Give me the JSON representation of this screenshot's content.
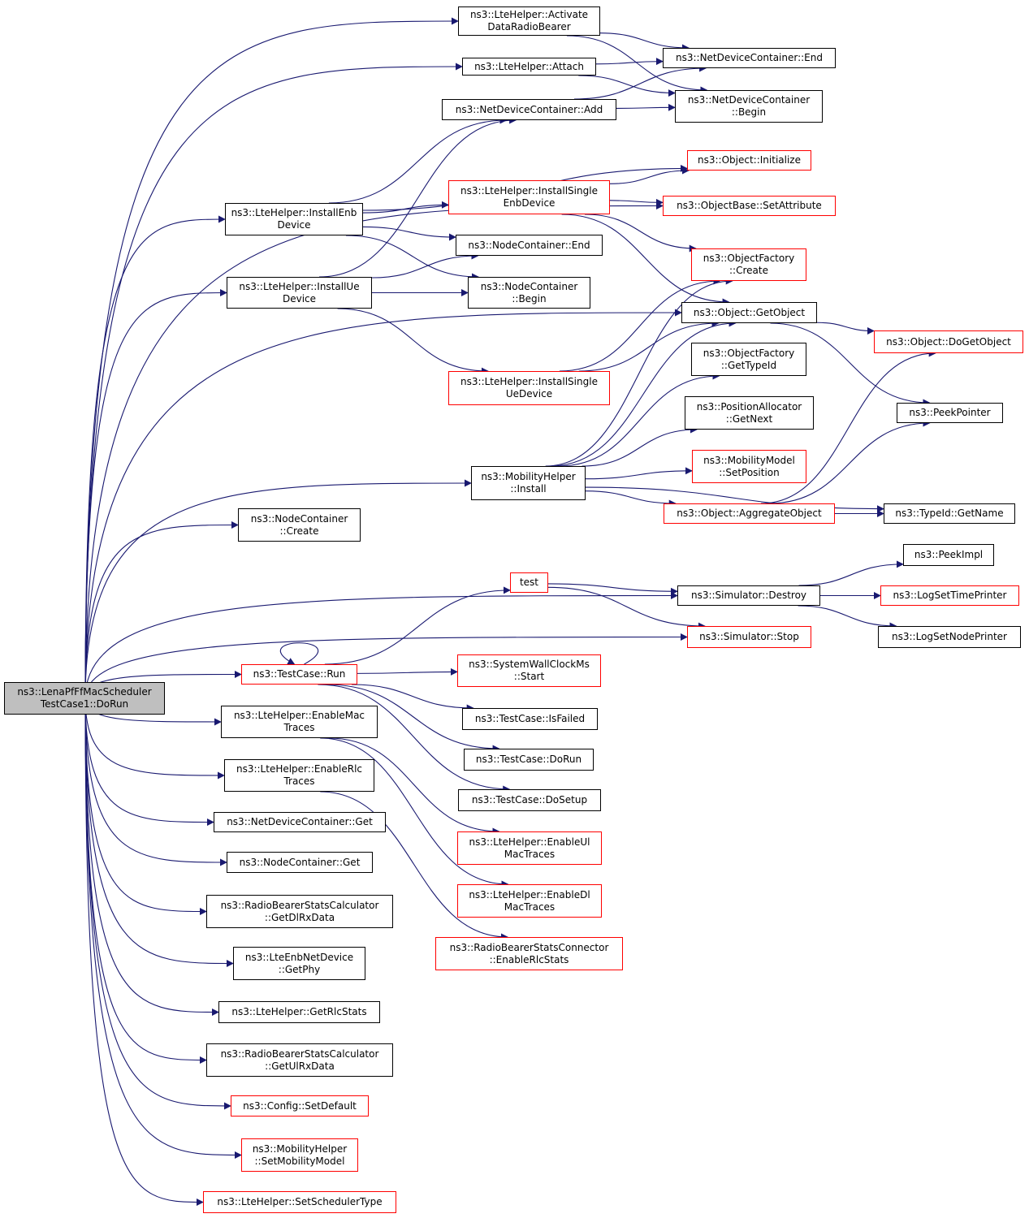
{
  "diagram": {
    "root_id": "root",
    "edge_color": "#191970",
    "colors": {
      "normal_border": "#000000",
      "linked_border": "#ff0000",
      "root_fill": "#bfbfbf"
    },
    "nodes": [
      {
        "id": "root",
        "style": "root",
        "line1": "ns3::LenaPfFfMacScheduler",
        "line2": "TestCase1::DoRun"
      },
      {
        "id": "activate",
        "style": "normal",
        "line1": "ns3::LteHelper::Activate",
        "line2": "DataRadioBearer"
      },
      {
        "id": "attach",
        "style": "normal",
        "line1": "ns3::LteHelper::Attach",
        "line2": ""
      },
      {
        "id": "ndc_add",
        "style": "normal",
        "line1": "ns3::NetDeviceContainer::Add",
        "line2": ""
      },
      {
        "id": "ndc_end",
        "style": "normal",
        "line1": "ns3::NetDeviceContainer::End",
        "line2": ""
      },
      {
        "id": "ndc_begin",
        "style": "normal",
        "line1": "ns3::NetDeviceContainer",
        "line2": "::Begin"
      },
      {
        "id": "obj_init",
        "style": "red",
        "line1": "ns3::Object::Initialize",
        "line2": ""
      },
      {
        "id": "install_enb",
        "style": "normal",
        "line1": "ns3::LteHelper::InstallEnb",
        "line2": "Device"
      },
      {
        "id": "install_single_enb",
        "style": "red",
        "line1": "ns3::LteHelper::InstallSingle",
        "line2": "EnbDevice"
      },
      {
        "id": "set_attribute",
        "style": "red",
        "line1": "ns3::ObjectBase::SetAttribute",
        "line2": ""
      },
      {
        "id": "nc_end",
        "style": "normal",
        "line1": "ns3::NodeContainer::End",
        "line2": ""
      },
      {
        "id": "of_create",
        "style": "red",
        "line1": "ns3::ObjectFactory",
        "line2": "::Create"
      },
      {
        "id": "install_ue",
        "style": "normal",
        "line1": "ns3::LteHelper::InstallUe",
        "line2": "Device"
      },
      {
        "id": "nc_begin",
        "style": "normal",
        "line1": "ns3::NodeContainer",
        "line2": "::Begin"
      },
      {
        "id": "get_object",
        "style": "normal",
        "line1": "ns3::Object::GetObject",
        "line2": ""
      },
      {
        "id": "do_get_object",
        "style": "red",
        "line1": "ns3::Object::DoGetObject",
        "line2": ""
      },
      {
        "id": "install_single_ue",
        "style": "red",
        "line1": "ns3::LteHelper::InstallSingle",
        "line2": "UeDevice"
      },
      {
        "id": "of_gettypeid",
        "style": "normal",
        "line1": "ns3::ObjectFactory",
        "line2": "::GetTypeId"
      },
      {
        "id": "pa_getnext",
        "style": "normal",
        "line1": "ns3::PositionAllocator",
        "line2": "::GetNext"
      },
      {
        "id": "peek_pointer",
        "style": "normal",
        "line1": "ns3::PeekPointer",
        "line2": ""
      },
      {
        "id": "mm_setpos",
        "style": "red",
        "line1": "ns3::MobilityModel",
        "line2": "::SetPosition"
      },
      {
        "id": "mh_install",
        "style": "normal",
        "line1": "ns3::MobilityHelper",
        "line2": "::Install"
      },
      {
        "id": "aggregate",
        "style": "red",
        "line1": "ns3::Object::AggregateObject",
        "line2": ""
      },
      {
        "id": "typeid_getname",
        "style": "normal",
        "line1": "ns3::TypeId::GetName",
        "line2": ""
      },
      {
        "id": "nc_create",
        "style": "normal",
        "line1": "ns3::NodeContainer",
        "line2": "::Create"
      },
      {
        "id": "peek_impl",
        "style": "normal",
        "line1": "ns3::PeekImpl",
        "line2": ""
      },
      {
        "id": "test",
        "style": "red",
        "line1": "test",
        "line2": ""
      },
      {
        "id": "sim_destroy",
        "style": "normal",
        "line1": "ns3::Simulator::Destroy",
        "line2": ""
      },
      {
        "id": "log_time",
        "style": "red",
        "line1": "ns3::LogSetTimePrinter",
        "line2": ""
      },
      {
        "id": "sim_stop",
        "style": "red",
        "line1": "ns3::Simulator::Stop",
        "line2": ""
      },
      {
        "id": "log_node",
        "style": "normal",
        "line1": "ns3::LogSetNodePrinter",
        "line2": ""
      },
      {
        "id": "tc_run",
        "style": "red",
        "line1": "ns3::TestCase::Run",
        "line2": ""
      },
      {
        "id": "swc_start",
        "style": "red",
        "line1": "ns3::SystemWallClockMs",
        "line2": "::Start"
      },
      {
        "id": "tc_isfailed",
        "style": "normal",
        "line1": "ns3::TestCase::IsFailed",
        "line2": ""
      },
      {
        "id": "enable_mac",
        "style": "normal",
        "line1": "ns3::LteHelper::EnableMac",
        "line2": "Traces"
      },
      {
        "id": "tc_dorun",
        "style": "normal",
        "line1": "ns3::TestCase::DoRun",
        "line2": ""
      },
      {
        "id": "enable_rlc",
        "style": "normal",
        "line1": "ns3::LteHelper::EnableRlc",
        "line2": "Traces"
      },
      {
        "id": "tc_dosetup",
        "style": "normal",
        "line1": "ns3::TestCase::DoSetup",
        "line2": ""
      },
      {
        "id": "ndc_get",
        "style": "normal",
        "line1": "ns3::NetDeviceContainer::Get",
        "line2": ""
      },
      {
        "id": "enable_ul",
        "style": "red",
        "line1": "ns3::LteHelper::EnableUl",
        "line2": "MacTraces"
      },
      {
        "id": "nc_get",
        "style": "normal",
        "line1": "ns3::NodeContainer::Get",
        "line2": ""
      },
      {
        "id": "enable_dl",
        "style": "red",
        "line1": "ns3::LteHelper::EnableDl",
        "line2": "MacTraces"
      },
      {
        "id": "rbsc_dl",
        "style": "normal",
        "line1": "ns3::RadioBearerStatsCalculator",
        "line2": "::GetDlRxData"
      },
      {
        "id": "rbs_connector",
        "style": "red",
        "line1": "ns3::RadioBearerStatsConnector",
        "line2": "::EnableRlcStats"
      },
      {
        "id": "enb_getphy",
        "style": "normal",
        "line1": "ns3::LteEnbNetDevice",
        "line2": "::GetPhy"
      },
      {
        "id": "get_rlc_stats",
        "style": "normal",
        "line1": "ns3::LteHelper::GetRlcStats",
        "line2": ""
      },
      {
        "id": "rbsc_ul",
        "style": "normal",
        "line1": "ns3::RadioBearerStatsCalculator",
        "line2": "::GetUlRxData"
      },
      {
        "id": "config_setdefault",
        "style": "red",
        "line1": "ns3::Config::SetDefault",
        "line2": ""
      },
      {
        "id": "mh_setmobility",
        "style": "red",
        "line1": "ns3::MobilityHelper",
        "line2": "::SetMobilityModel"
      },
      {
        "id": "set_scheduler",
        "style": "red",
        "line1": "ns3::LteHelper::SetSchedulerType",
        "line2": ""
      }
    ],
    "edges": [
      [
        "root",
        "activate"
      ],
      [
        "root",
        "attach"
      ],
      [
        "root",
        "install_enb"
      ],
      [
        "root",
        "install_ue"
      ],
      [
        "root",
        "set_attribute"
      ],
      [
        "root",
        "get_object"
      ],
      [
        "root",
        "mh_install"
      ],
      [
        "root",
        "nc_create"
      ],
      [
        "root",
        "sim_destroy"
      ],
      [
        "root",
        "sim_stop"
      ],
      [
        "root",
        "tc_run"
      ],
      [
        "root",
        "enable_mac"
      ],
      [
        "root",
        "enable_rlc"
      ],
      [
        "root",
        "ndc_get"
      ],
      [
        "root",
        "nc_get"
      ],
      [
        "root",
        "rbsc_dl"
      ],
      [
        "root",
        "enb_getphy"
      ],
      [
        "root",
        "get_rlc_stats"
      ],
      [
        "root",
        "rbsc_ul"
      ],
      [
        "root",
        "config_setdefault"
      ],
      [
        "root",
        "mh_setmobility"
      ],
      [
        "root",
        "set_scheduler"
      ],
      [
        "activate",
        "ndc_end"
      ],
      [
        "activate",
        "ndc_begin"
      ],
      [
        "attach",
        "ndc_end"
      ],
      [
        "attach",
        "ndc_begin"
      ],
      [
        "ndc_add",
        "ndc_end"
      ],
      [
        "ndc_add",
        "ndc_begin"
      ],
      [
        "install_enb",
        "ndc_add"
      ],
      [
        "install_enb",
        "obj_init"
      ],
      [
        "install_enb",
        "install_single_enb"
      ],
      [
        "install_enb",
        "nc_end"
      ],
      [
        "install_enb",
        "nc_begin"
      ],
      [
        "install_single_enb",
        "obj_init"
      ],
      [
        "install_single_enb",
        "set_attribute"
      ],
      [
        "install_single_enb",
        "of_create"
      ],
      [
        "install_single_enb",
        "get_object"
      ],
      [
        "install_ue",
        "ndc_add"
      ],
      [
        "install_ue",
        "nc_end"
      ],
      [
        "install_ue",
        "nc_begin"
      ],
      [
        "install_ue",
        "install_single_ue"
      ],
      [
        "install_single_ue",
        "of_create"
      ],
      [
        "install_single_ue",
        "get_object"
      ],
      [
        "get_object",
        "do_get_object"
      ],
      [
        "get_object",
        "peek_pointer"
      ],
      [
        "mh_install",
        "of_create"
      ],
      [
        "mh_install",
        "get_object"
      ],
      [
        "mh_install",
        "of_gettypeid"
      ],
      [
        "mh_install",
        "pa_getnext"
      ],
      [
        "mh_install",
        "mm_setpos"
      ],
      [
        "mh_install",
        "aggregate"
      ],
      [
        "mh_install",
        "typeid_getname"
      ],
      [
        "aggregate",
        "do_get_object"
      ],
      [
        "aggregate",
        "peek_pointer"
      ],
      [
        "aggregate",
        "typeid_getname"
      ],
      [
        "test",
        "sim_destroy"
      ],
      [
        "test",
        "sim_stop"
      ],
      [
        "sim_destroy",
        "peek_impl"
      ],
      [
        "sim_destroy",
        "log_time"
      ],
      [
        "sim_destroy",
        "log_node"
      ],
      [
        "tc_run",
        "tc_run"
      ],
      [
        "tc_run",
        "test"
      ],
      [
        "tc_run",
        "swc_start"
      ],
      [
        "tc_run",
        "tc_isfailed"
      ],
      [
        "tc_run",
        "tc_dorun"
      ],
      [
        "tc_run",
        "tc_dosetup"
      ],
      [
        "enable_mac",
        "enable_ul"
      ],
      [
        "enable_mac",
        "enable_dl"
      ],
      [
        "enable_rlc",
        "rbs_connector"
      ]
    ]
  }
}
